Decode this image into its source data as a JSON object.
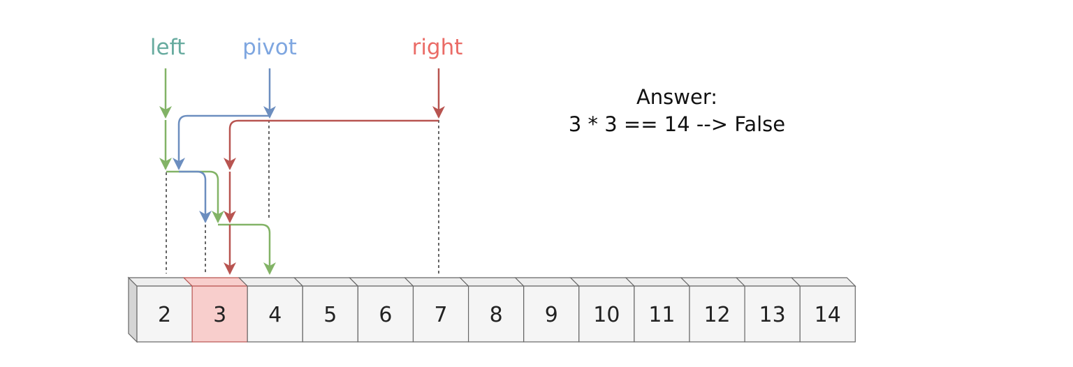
{
  "pointers": {
    "left": {
      "label": "left",
      "color": "#82b366",
      "label_color": "#67ab9f"
    },
    "pivot": {
      "label": "pivot",
      "color": "#6c8ebf",
      "label_color": "#7ea6e0"
    },
    "right": {
      "label": "right",
      "color": "#b85450",
      "label_color": "#ea6b66"
    }
  },
  "array": {
    "cells": [
      "2",
      "3",
      "4",
      "5",
      "6",
      "7",
      "8",
      "9",
      "10",
      "11",
      "12",
      "13",
      "14"
    ],
    "highlight_value": "3",
    "highlight_fill": "#f8cecc",
    "highlight_stroke": "#b85450",
    "cell_fill": "#f5f5f5",
    "cell_stroke": "#666666"
  },
  "answer": {
    "line1": "Answer:",
    "line2": "3 * 3 == 14 --> False"
  }
}
